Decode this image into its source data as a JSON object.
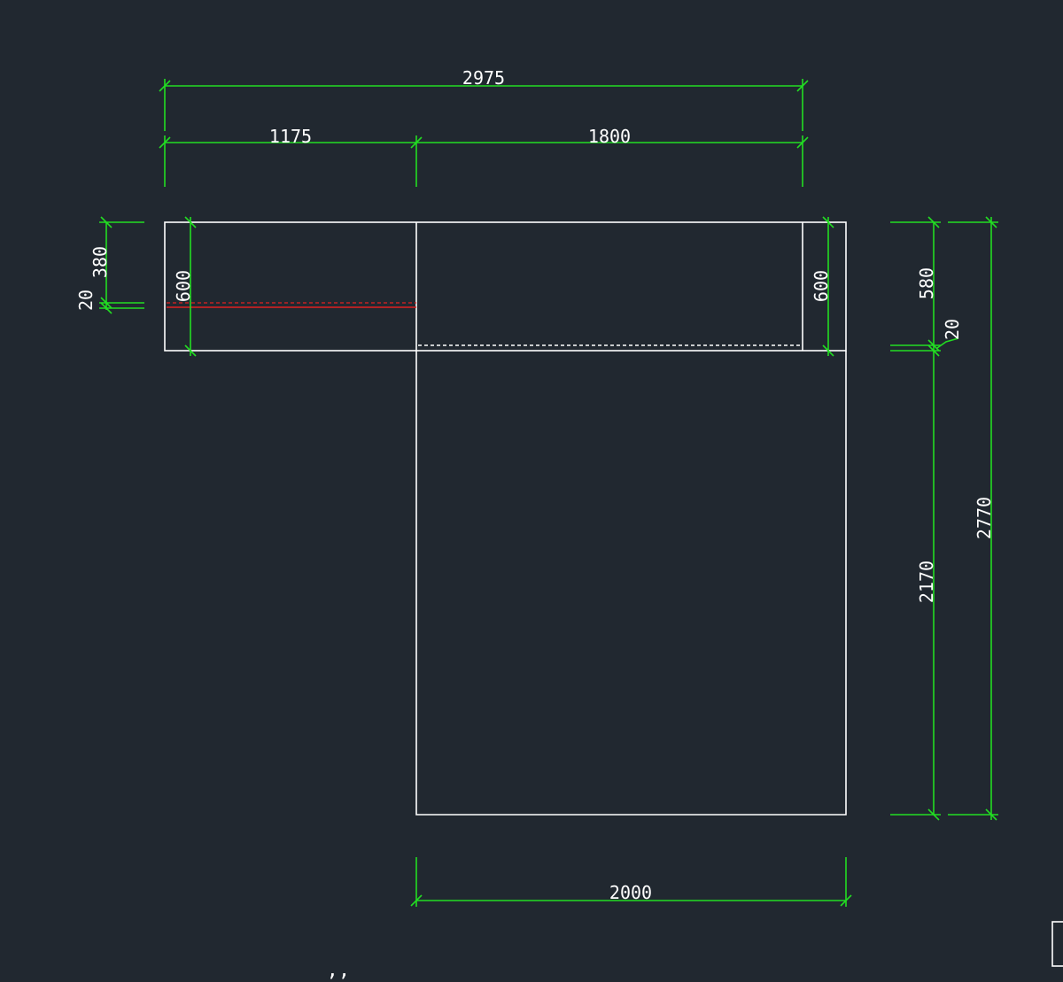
{
  "colors": {
    "background": "#212830",
    "geometry": "#ffffff",
    "dimension": "#22dd22",
    "highlight": "#e02020"
  },
  "dimensions": {
    "top_overall": "2975",
    "top_left": "1175",
    "top_right": "1800",
    "left_top": "380",
    "left_small": "20",
    "left_inner_height": "600",
    "right_inner_height": "600",
    "right_top": "580",
    "right_small": "20",
    "right_bottom": "2170",
    "right_overall": "2770",
    "bottom_width": "2000"
  },
  "footer_mark": "ʼʼ"
}
